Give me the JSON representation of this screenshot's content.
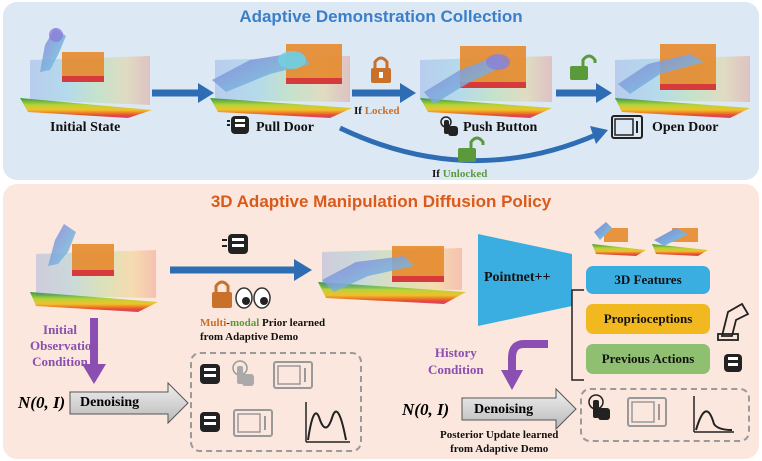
{
  "top": {
    "title": "Adaptive Demonstration Collection",
    "initial_state": "Initial State",
    "pull_door": "Pull Door",
    "push_button": "Push Button",
    "open_door": "Open Door",
    "if_prefix_1": "If",
    "locked": "Locked",
    "if_prefix_2": "If",
    "unlocked": "Unlocked"
  },
  "bottom": {
    "title": "3D Adaptive Manipulation Diffusion Policy",
    "initial_obs_line1": "Initial",
    "initial_obs_line2": "Observation",
    "initial_obs_line3": "Condition",
    "multi": "Multi",
    "dash": "-",
    "modal": "modal",
    "prior_rest": " Prior learned",
    "prior_line2": "from Adaptive Demo",
    "noise_left": "N(0, I)",
    "denoising_left": "Denoising",
    "pointnet": "Pointnet++",
    "features": "3D Features",
    "proprio": "Proprioceptions",
    "prev_actions": "Previous Actions",
    "history_line1": "History",
    "history_line2": "Condition",
    "noise_right": "N(0, I)",
    "denoising_right": "Denoising",
    "posterior_line1": "Posterior Update learned",
    "posterior_line2": "from Adaptive Demo"
  },
  "colors": {
    "top_panel": "#dde8f5",
    "bottom_panel": "#fbe7dd",
    "blue_title": "#3a7fc8",
    "orange_title": "#d95a1b",
    "arrow_blue": "#2e6db4",
    "locked": "#c9702b",
    "unlocked": "#5a9a3a",
    "purple": "#8a4fb0",
    "features_box": "#3aaee0",
    "proprio_box": "#f2b820",
    "prev_box": "#8fbf70"
  },
  "icons": [
    "robot-arm-pointcloud",
    "hand-grab-icon",
    "hand-press-icon",
    "microwave-icon",
    "lock-icon",
    "unlock-icon",
    "eyes-icon",
    "distribution-icon",
    "robot-arm-icon"
  ]
}
